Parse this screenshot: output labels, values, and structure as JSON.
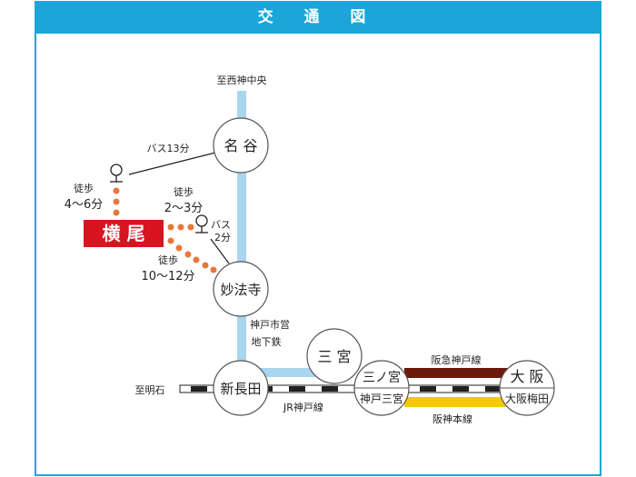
{
  "header": {
    "title": "交 通 図"
  },
  "colors": {
    "accent": "#1aa6d8",
    "subway": "#a9d5ef",
    "hankyu": "#6b1a0c",
    "hanshin": "#f5c800",
    "walk": "#e8783a",
    "yokoo": "#d7141f"
  },
  "destinations": {
    "north": "至西神中央",
    "west": "至明石"
  },
  "stations": {
    "myodani": "名 谷",
    "myohoji": "妙法寺",
    "shin_nagata": "新長田",
    "sannomiya": "三 宮",
    "sannomiya_jr": "三ノ宮",
    "kobe_sannomiya": "神戸三宮",
    "osaka": "大 阪",
    "osaka_umeda": "大阪梅田"
  },
  "origin": "横 尾",
  "routes": {
    "bus_myodani": "バス13分",
    "walk1_label": "徒歩",
    "walk1_time": "4〜6分",
    "walk2_label": "徒歩",
    "walk2_time": "2〜3分",
    "bus_myohoji_1": "バス",
    "bus_myohoji_2": "2分",
    "walk3_label": "徒歩",
    "walk3_time": "10〜12分"
  },
  "lines": {
    "subway_1": "神戸市営",
    "subway_2": "地下鉄",
    "jr": "JR神戸線",
    "hankyu": "阪急神戸線",
    "hanshin": "阪神本線"
  }
}
